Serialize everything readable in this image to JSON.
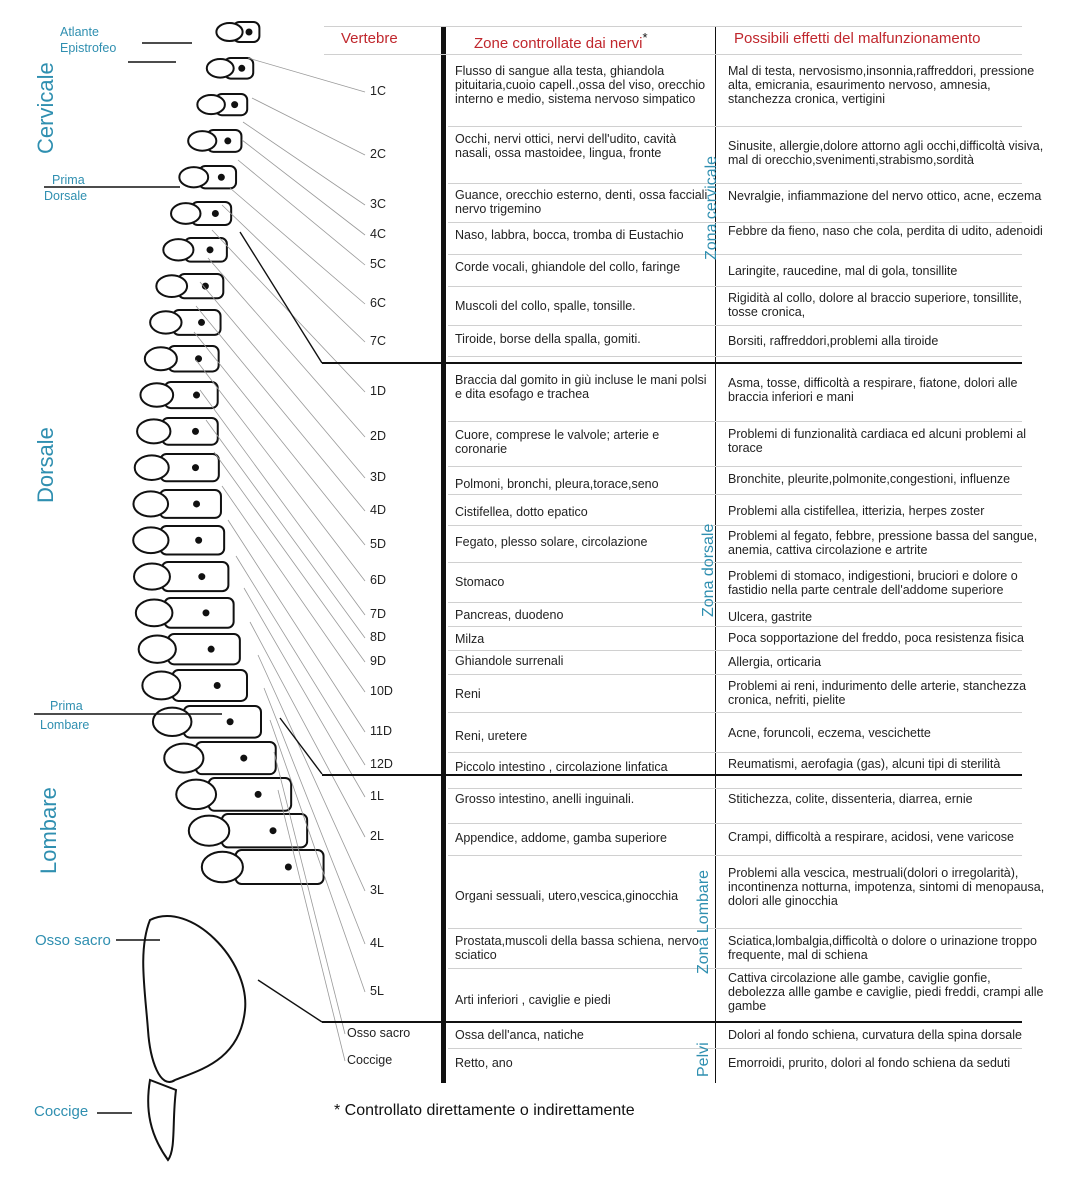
{
  "regions": {
    "cervicale": "Cervicale",
    "dorsale": "Dorsale",
    "lombare": "Lombare"
  },
  "side_labels": {
    "atlante": "Atlante",
    "epistrofeo": "Epistrofeo",
    "prima_dorsale_1": "Prima",
    "prima_dorsale_2": "Dorsale",
    "prima_lombare_1": "Prima",
    "prima_lombare_2": "Lombare",
    "osso_sacro": "Osso sacro",
    "coccige": "Coccige"
  },
  "headers": {
    "vertebre": "Vertebre",
    "zone": "Zone controllate dai nervi",
    "zone_mark": "*",
    "effetti": "Possibili effetti del malfunzionamento"
  },
  "zone_side_labels": {
    "cervicale": "Zona cervicale",
    "dorsale": "Zona dorsale",
    "lombare": "Zona Lombare",
    "pelvi": "Pelvi"
  },
  "rows": [
    {
      "v": "1C",
      "zone": "Flusso di sangue alla testa, ghiandola pituitaria,cuoio capell.,ossa del viso, orecchio interno e medio, sistema nervoso simpatico",
      "eff": "Mal di testa, nervosismo,insonnia,raffreddori, pressione alta, emicrania, esaurimento nervoso, amnesia, stanchezza cronica, vertigini"
    },
    {
      "v": "2C",
      "zone": "Occhi, nervi ottici, nervi dell'udito, cavità nasali, ossa mastoidee, lingua, fronte",
      "eff": "Sinusite, allergie,dolore attorno agli occhi,difficoltà visiva, mal di orecchio,svenimenti,strabismo,sordità"
    },
    {
      "v": "3C",
      "zone": "Guance, orecchio esterno, denti, ossa facciali nervo trigemino",
      "eff": "Nevralgie, infiammazione del nervo ottico, acne, eczema"
    },
    {
      "v": "4C",
      "zone": "Naso, labbra, bocca, tromba di Eustachio",
      "eff": "Febbre da fieno, naso che cola, perdita di udito, adenoidi"
    },
    {
      "v": "5C",
      "zone": "Corde vocali, ghiandole del collo, faringe",
      "eff": "Laringite, raucedine, mal di gola, tonsillite"
    },
    {
      "v": "6C",
      "zone": "Muscoli del collo, spalle, tonsille.",
      "eff": "Rigidità al collo, dolore al braccio superiore, tonsillite, tosse cronica,"
    },
    {
      "v": "7C",
      "zone": "Tiroide, borse della spalla, gomiti.",
      "eff": "Borsiti, raffreddori,problemi alla tiroide"
    },
    {
      "v": "1D",
      "zone": "Braccia dal gomito in giù incluse le mani polsi e dita esofago e trachea",
      "eff": "Asma, tosse, difficoltà a respirare, fiatone, dolori alle braccia inferiori e mani"
    },
    {
      "v": "2D",
      "zone": "Cuore, comprese le valvole; arterie e coronarie",
      "eff": "Problemi di funzionalità cardiaca ed alcuni problemi al torace"
    },
    {
      "v": "3D",
      "zone": "Polmoni, bronchi, pleura,torace,seno",
      "eff": "Bronchite, pleurite,polmonite,congestioni, influenze"
    },
    {
      "v": "4D",
      "zone": "Cistifellea, dotto epatico",
      "eff": "Problemi alla cistifellea, itterizia, herpes zoster"
    },
    {
      "v": "5D",
      "zone": "Fegato, plesso solare, circolazione",
      "eff": "Problemi al fegato, febbre, pressione bassa del sangue, anemia, cattiva circolazione e artrite"
    },
    {
      "v": "6D",
      "zone": "Stomaco",
      "eff": "Problemi di stomaco, indigestioni, bruciori e dolore o fastidio nella parte centrale dell'addome superiore"
    },
    {
      "v": "7D",
      "zone": "Pancreas, duodeno",
      "eff": "Ulcera, gastrite"
    },
    {
      "v": "8D",
      "zone": "Milza",
      "eff": "Poca sopportazione del freddo, poca resistenza fisica"
    },
    {
      "v": "9D",
      "zone": "Ghiandole surrenali",
      "eff": "Allergia, orticaria"
    },
    {
      "v": "10D",
      "zone": "Reni",
      "eff": "Problemi ai reni, indurimento delle arterie, stanchezza cronica, nefriti, pielite"
    },
    {
      "v": "11D",
      "zone": "Reni, uretere",
      "eff": "Acne, foruncoli, eczema, vescichette"
    },
    {
      "v": "12D",
      "zone": "Piccolo intestino , circolazione linfatica",
      "eff": "Reumatismi, aerofagia (gas), alcuni tipi di sterilità"
    },
    {
      "v": "1L",
      "zone": "Grosso intestino, anelli inguinali.",
      "eff": "Stitichezza, colite, dissenteria, diarrea, ernie"
    },
    {
      "v": "2L",
      "zone": "Appendice, addome, gamba superiore",
      "eff": "Crampi, difficoltà a respirare, acidosi, vene varicose"
    },
    {
      "v": "3L",
      "zone": "Organi sessuali, utero,vescica,ginocchia",
      "eff": "Problemi alla vescica, mestruali(dolori o irregolarità), incontinenza notturna, impotenza, sintomi di menopausa, dolori alle ginocchia"
    },
    {
      "v": "4L",
      "zone": "Prostata,muscoli della bassa schiena, nervo sciatico",
      "eff": "Sciatica,lombalgia,difficoltà o dolore o urinazione troppo frequente, mal di schiena"
    },
    {
      "v": "5L",
      "zone": "Arti inferiori , caviglie e piedi",
      "eff": "Cattiva circolazione alle gambe, caviglie gonfie, debolezza allle gambe e caviglie, piedi freddi, crampi alle gambe"
    },
    {
      "v": "Osso sacro",
      "zone": "Ossa dell'anca, natiche",
      "eff": "Dolori al fondo schiena, curvatura della spina dorsale"
    },
    {
      "v": "Coccige",
      "zone": "Retto, ano",
      "eff": "Emorroidi, prurito, dolori al fondo schiena da seduti"
    }
  ],
  "footnote": "* Controllato direttamente o indirettamente"
}
